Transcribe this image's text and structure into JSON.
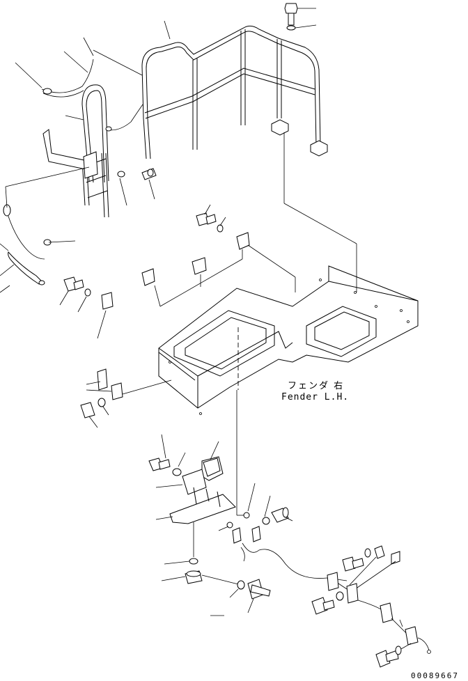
{
  "fender_label": {
    "japanese": "フェンダ 右",
    "english": "Fender L.H."
  },
  "drawing_number": "00089667"
}
